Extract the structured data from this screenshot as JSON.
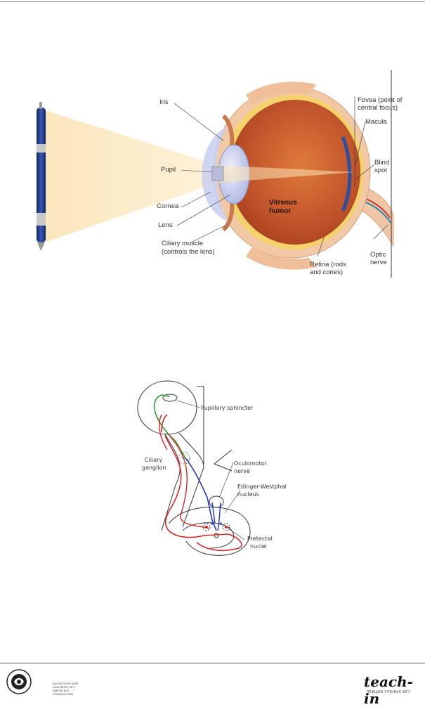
{
  "eye_figure": {
    "labels": {
      "iris": "Iris",
      "pupil": "Pupil",
      "cornea": "Cornea",
      "lens": "Lens",
      "ciliary_line1": "Ciliary muscle",
      "ciliary_line2": "(controls the lens)",
      "vitreous_line1": "Vitreous",
      "vitreous_line2": "humor",
      "fovea_line1": "Fovea (point of",
      "fovea_line2": "central focus)",
      "macula": "Macula",
      "blind_line1": "Blind",
      "blind_line2": "spot",
      "optic_line1": "Optic",
      "optic_line2": "nerve",
      "retina_line1": "Retina (rods",
      "retina_line2": "and cones)"
    }
  },
  "reflex_figure": {
    "labels": {
      "pupillary_sphincter": "Pupillary sphincter",
      "ciliary_line1": "Ciliary",
      "ciliary_line2": "ganglion",
      "oculomotor_line1": "Oculomotor",
      "oculomotor_line2": "nerve",
      "edinger_line1": "Edinger-Westphal",
      "edinger_line2": "nucleus",
      "pretectal_line1": "Pretectal",
      "pretectal_line2": "nuclei"
    }
  },
  "footer": {
    "brand_left": "БИОЛОГИЧЕСКИЙ ФАКУЛЬТЕТ МГУ ИМЕНИ М.В. ЛОМОНОСОВА",
    "brand_right": "teach-in",
    "brand_right_sub": "ЛЕКЦИИ УЧЕНЫХ МГУ"
  },
  "colors": {
    "sclera": "#f2c9a6",
    "vitreous": "#c0532a",
    "light_beam": "#fbe3b4",
    "pen_blue": "#1f3b86",
    "path_red": "#d62828",
    "path_blue": "#1f37c9",
    "path_green": "#2aa02a"
  }
}
